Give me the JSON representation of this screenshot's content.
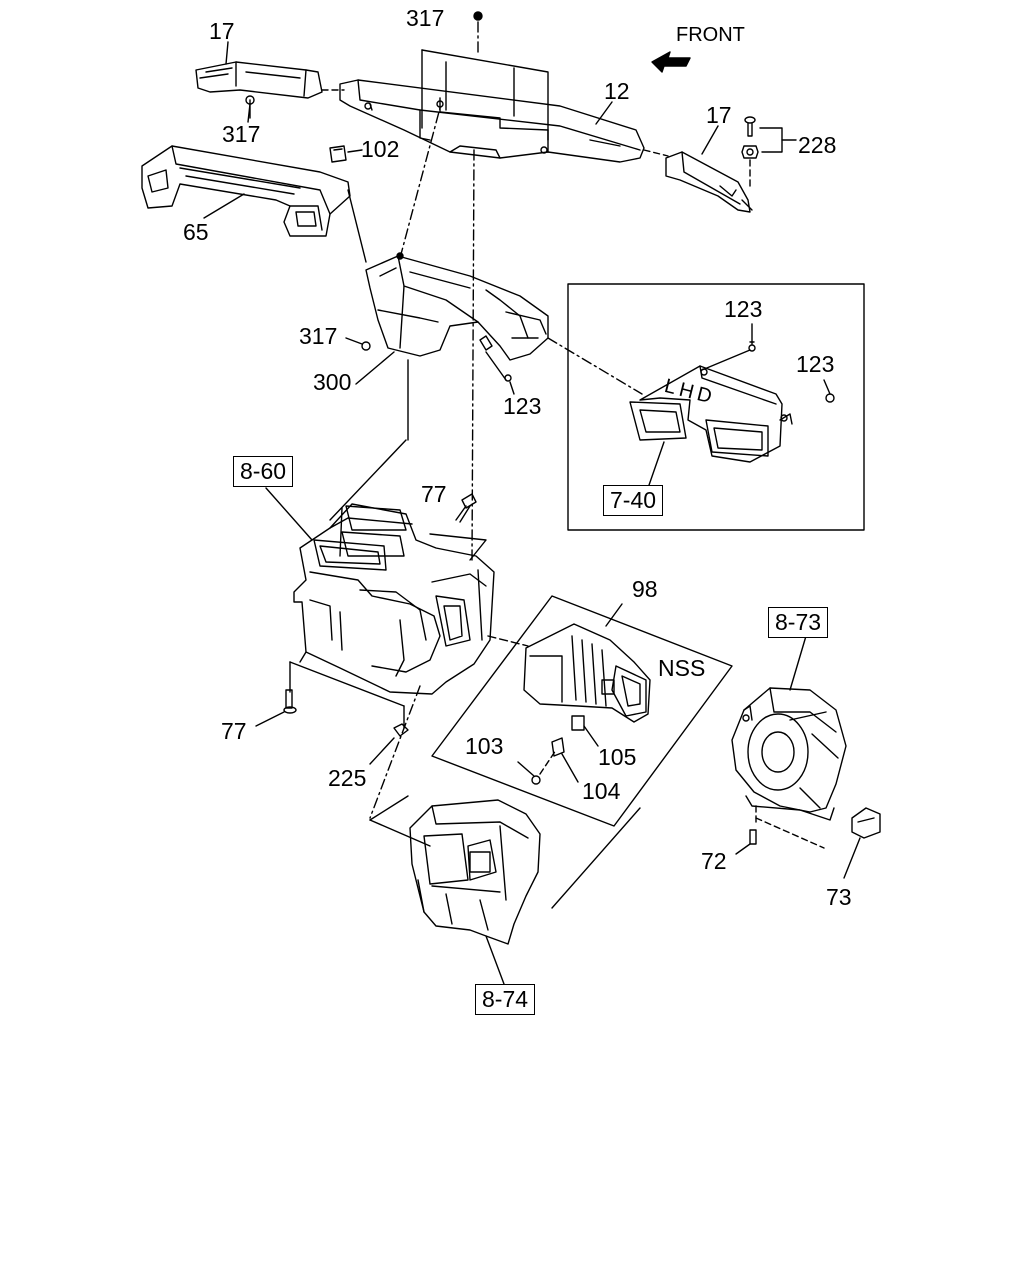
{
  "direction_label": "FRONT",
  "variant_labels": {
    "lhd": "LHD",
    "nss": "NSS"
  },
  "callouts": {
    "c317_top": "317",
    "c17_left": "17",
    "c317_left": "317",
    "c12": "12",
    "c17_right": "17",
    "c228": "228",
    "c102": "102",
    "c65": "65",
    "c317_mid": "317",
    "c300": "300",
    "c123_duct": "123",
    "c123_a": "123",
    "c123_b": "123",
    "c77_top": "77",
    "c98": "98",
    "c77_bottom": "77",
    "c225": "225",
    "c103": "103",
    "c105": "105",
    "c104": "104",
    "c72": "72",
    "c73": "73"
  },
  "references": {
    "r8_60": "8-60",
    "r7_40": "7-40",
    "r8_73": "8-73",
    "r8_74": "8-74"
  }
}
